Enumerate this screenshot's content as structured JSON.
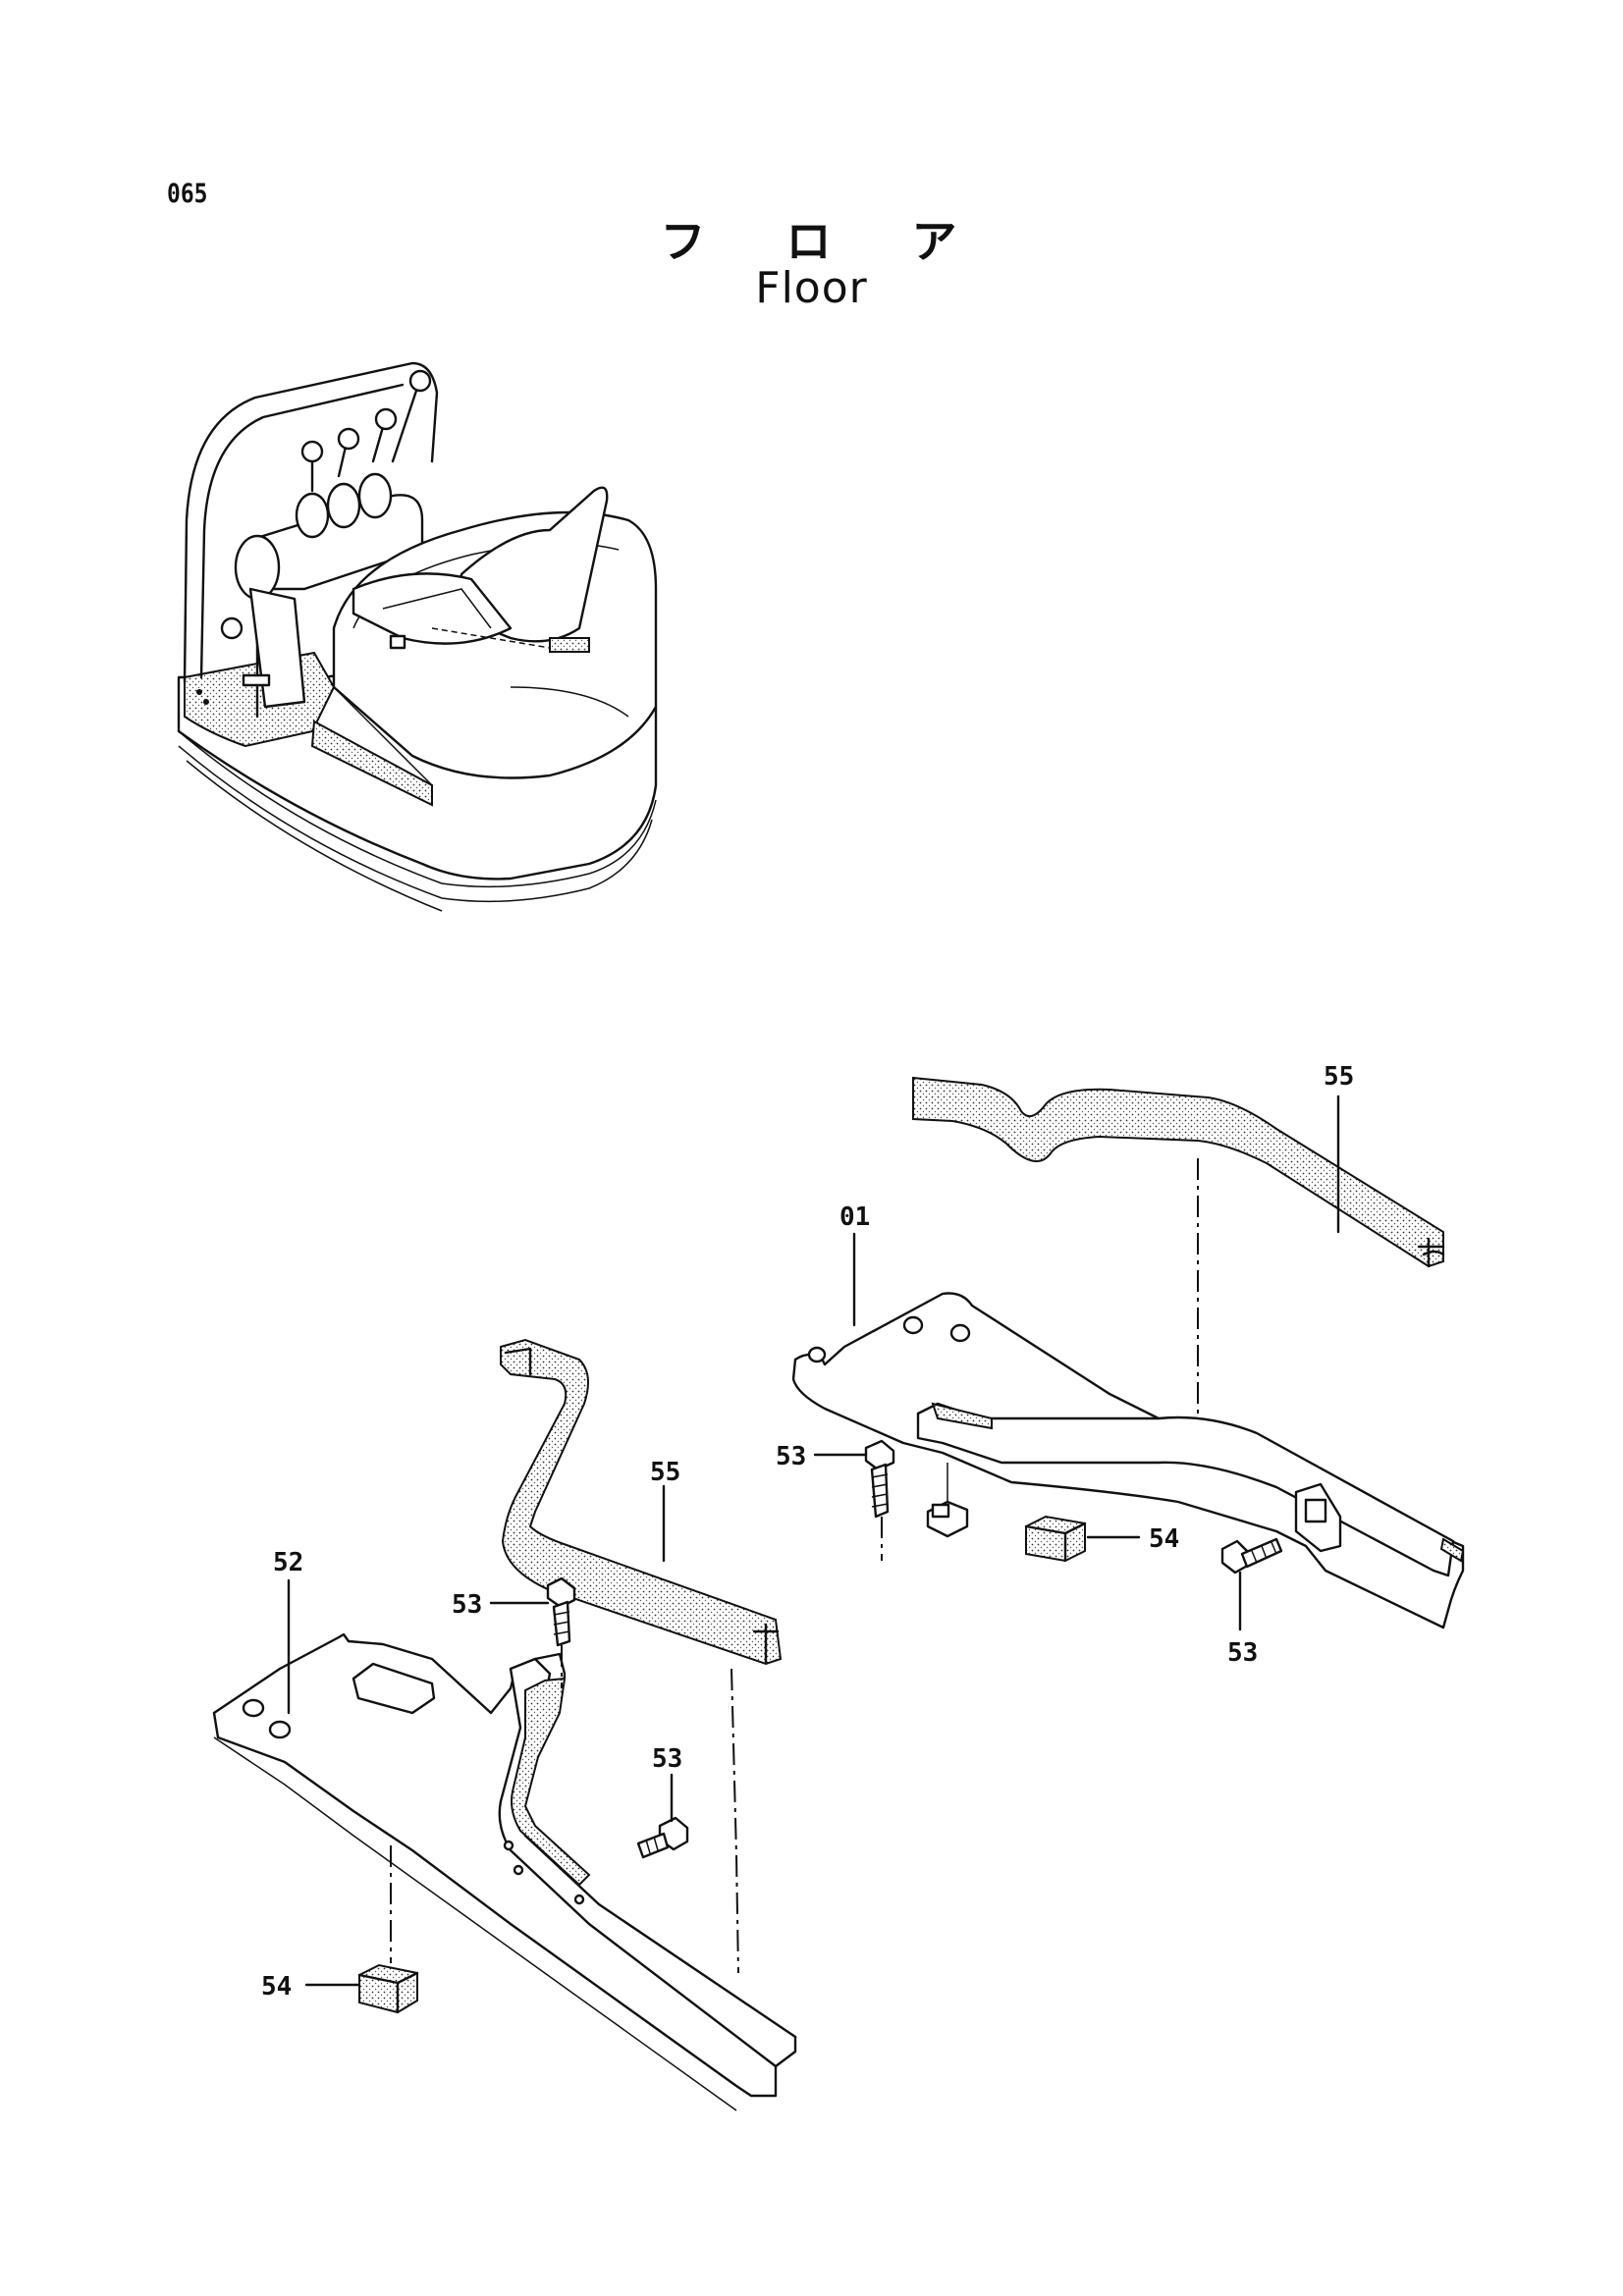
{
  "page": {
    "number": "065"
  },
  "title": {
    "japanese": [
      "フ",
      "ロ",
      "ア"
    ],
    "english": "Floor"
  },
  "callouts": [
    {
      "id": "c-55-top",
      "label": "55"
    },
    {
      "id": "c-01",
      "label": "01"
    },
    {
      "id": "c-53-a",
      "label": "53"
    },
    {
      "id": "c-54-a",
      "label": "54"
    },
    {
      "id": "c-53-b",
      "label": "53"
    },
    {
      "id": "c-55-mid",
      "label": "55"
    },
    {
      "id": "c-52",
      "label": "52"
    },
    {
      "id": "c-53-c",
      "label": "53"
    },
    {
      "id": "c-53-d",
      "label": "53"
    },
    {
      "id": "c-54-b",
      "label": "54"
    }
  ]
}
